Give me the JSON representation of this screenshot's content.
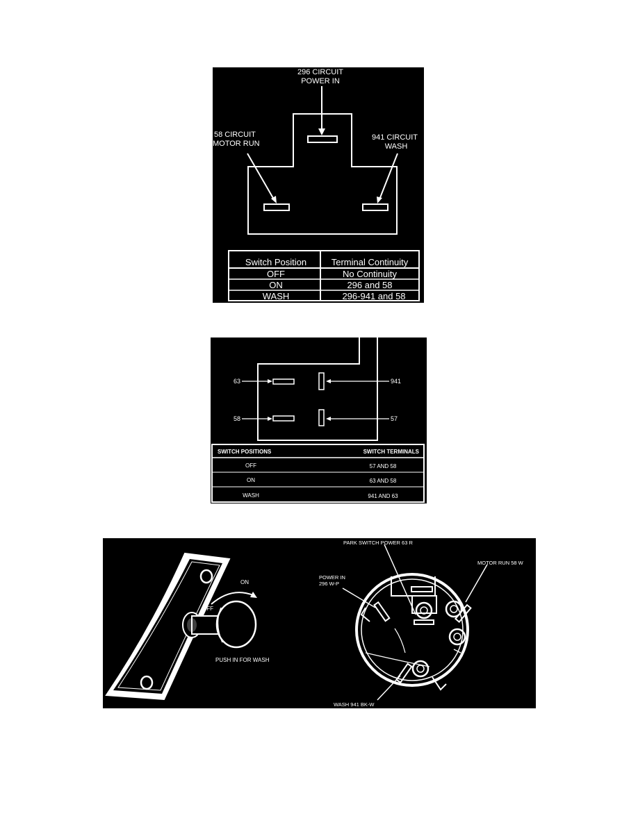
{
  "figure1": {
    "labels": {
      "top_line1": "296 CIRCUIT",
      "top_line2": "POWER IN",
      "left_line1": "58 CIRCUIT",
      "left_line2": "MOTOR RUN",
      "right_line1": "941 CIRCUIT",
      "right_line2": "WASH"
    },
    "table": {
      "headers": [
        "Switch Position",
        "Terminal Continuity"
      ],
      "rows": [
        [
          "OFF",
          "No Continuity"
        ],
        [
          "ON",
          "296 and 58"
        ],
        [
          "WASH",
          "296-941 and 58"
        ]
      ]
    }
  },
  "figure2": {
    "labels": {
      "t63": "63",
      "t58": "58",
      "t941": "941",
      "t57": "57"
    },
    "table": {
      "headers": [
        "SWITCH POSITIONS",
        "SWITCH TERMINALS"
      ],
      "rows": [
        [
          "OFF",
          "57 AND 58"
        ],
        [
          "ON",
          "63 AND 58"
        ],
        [
          "WASH",
          "941 AND 63"
        ]
      ]
    }
  },
  "figure3": {
    "knob": {
      "off": "OFF",
      "on": "ON",
      "push": "PUSH IN FOR WASH"
    },
    "connector": {
      "park": "PARK SWITCH POWER 63 R",
      "motor": "MOTOR RUN 58 W",
      "power_line1": "POWER IN",
      "power_line2": "296 W-P",
      "wash": "WASH 941 BK-W"
    }
  }
}
